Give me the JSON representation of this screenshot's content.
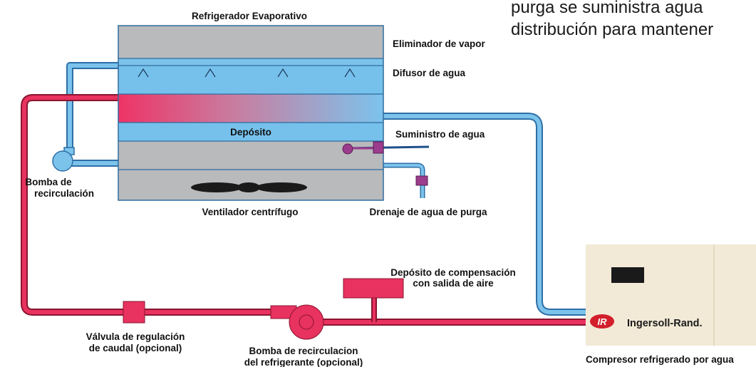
{
  "header_text": {
    "line1": "purga se suministra agua",
    "line2": "distribución para mantener"
  },
  "labels": {
    "cooler": "Refrigerador Evaporativo",
    "vapor_eliminator": "Eliminador de vapor",
    "water_diffuser": "Difusor de agua",
    "reservoir": "Depósito",
    "water_supply": "Suministro de agua",
    "pump_line1": "Bomba de",
    "pump_line2": "recirculación",
    "fan": "Ventilador centrífugo",
    "drain": "Drenaje de agua de purga",
    "tank_line1": "Depósito de compensación",
    "tank_line2": "con salida de aire",
    "valve_line1": "Válvula de regulación",
    "valve_line2": "de caudal (opcional)",
    "coolant_pump_line1": "Bomba de recirculacion",
    "coolant_pump_line2": "del refrigerante (opcional)",
    "compressor": "Compresor refrigerado por agua"
  },
  "brand": {
    "logo_mark": "IR",
    "name": "Ingersoll-Rand."
  },
  "colors": {
    "hot_pipe": "#e8325f",
    "cold_pipe": "#7cc3ec",
    "pipe_outline": "#2d6fa6",
    "tower_gray": "#b9babc",
    "water_blue": "#76c1ec",
    "compressor_cream": "#f2ead6",
    "accent_purple": "#9b3c8c",
    "brand_red": "#d21f2b"
  }
}
